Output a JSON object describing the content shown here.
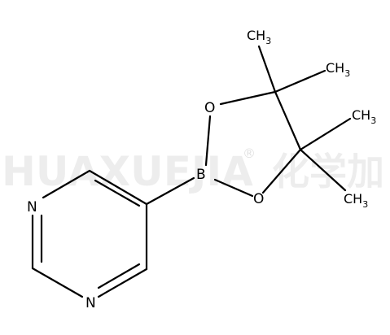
{
  "watermark": {
    "text": "HUAXUEJIA",
    "registered": "®",
    "chinese": "化学加"
  },
  "atoms": {
    "n1": "N",
    "n2": "N",
    "b": "B",
    "o1": "O",
    "o2": "O"
  },
  "groups": [
    {
      "main": "CH",
      "sub": "3"
    },
    {
      "main": "CH",
      "sub": "3"
    },
    {
      "main": "CH",
      "sub": "3"
    },
    {
      "main": "CH",
      "sub": "3"
    }
  ]
}
